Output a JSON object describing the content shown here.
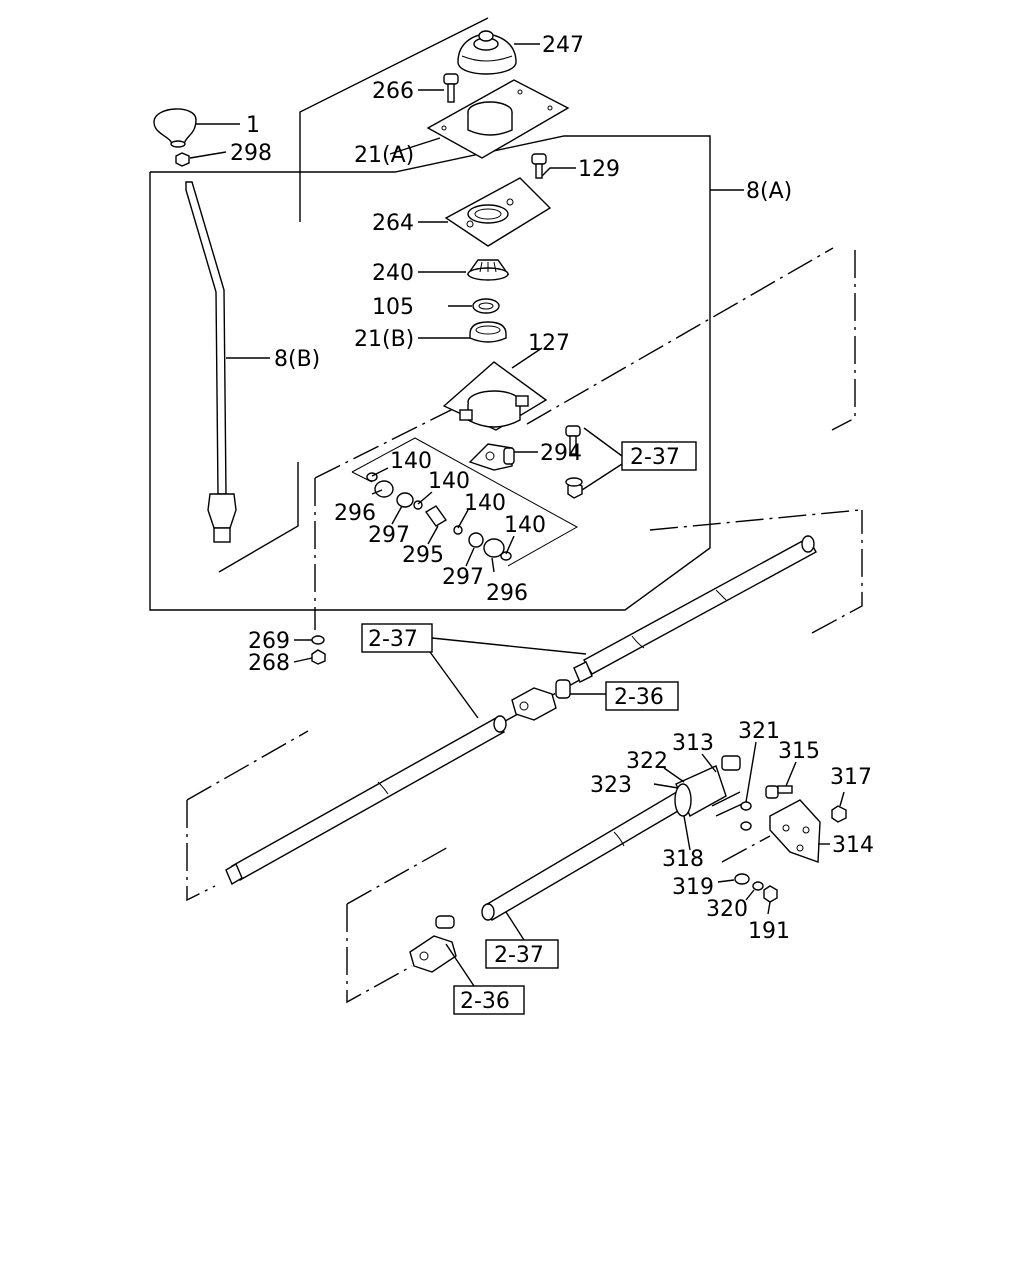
{
  "callouts": {
    "c247": "247",
    "c266": "266",
    "c1": "1",
    "c298": "298",
    "c21a": "21(A)",
    "c129": "129",
    "c8a": "8(A)",
    "c264": "264",
    "c240": "240",
    "c105": "105",
    "c21b": "21(B)",
    "c127": "127",
    "c8b": "8(B)",
    "c294": "294",
    "c140a": "140",
    "c140b": "140",
    "c140c": "140",
    "c140d": "140",
    "c296a": "296",
    "c297a": "297",
    "c295": "295",
    "c297b": "297",
    "c296b": "296",
    "c269": "269",
    "c268": "268",
    "c321": "321",
    "c313": "313",
    "c315": "315",
    "c322": "322",
    "c317": "317",
    "c323": "323",
    "c314": "314",
    "c318": "318",
    "c319": "319",
    "c320": "320",
    "c191": "191"
  },
  "references": {
    "r237a": "2-37",
    "r237b": "2-37",
    "r236a": "2-36",
    "r237c": "2-37",
    "r236b": "2-36"
  }
}
